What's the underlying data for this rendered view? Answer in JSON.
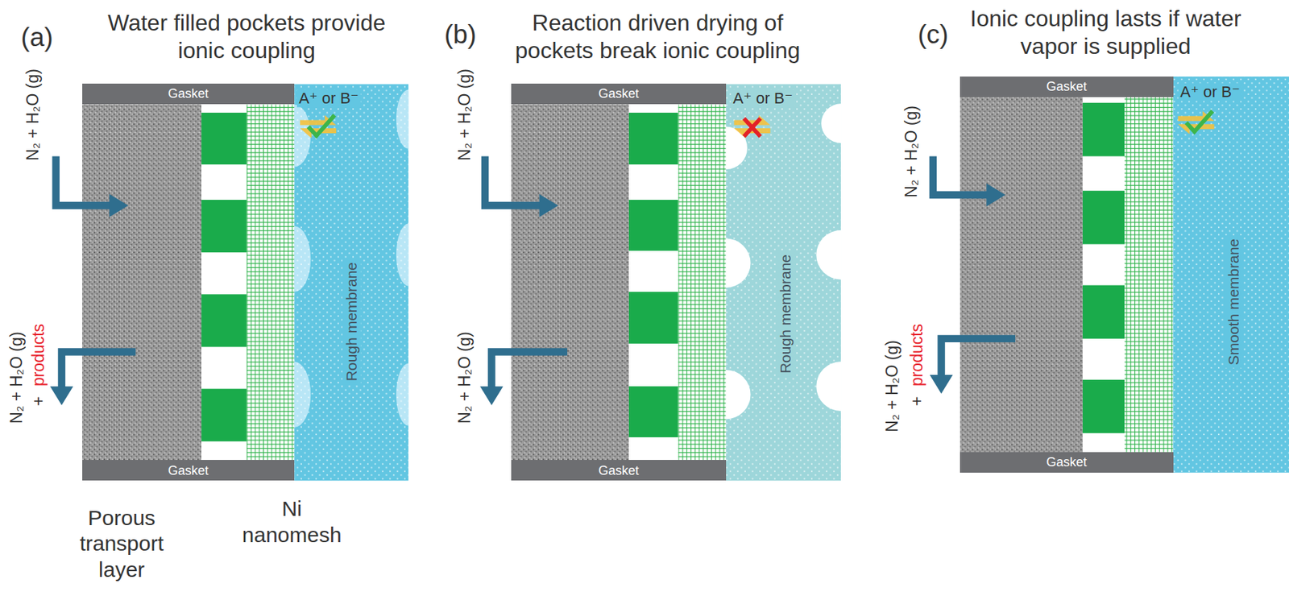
{
  "diagram": {
    "nodes": [
      {
        "text": [
          "Gasket"
        ]
      },
      {
        "text": [
          "Rough membrane"
        ]
      },
      {
        "text": [
          "Gasket"
        ]
      },
      {
        "text": [
          "Gasket"
        ]
      },
      {
        "text": [
          "Rough membrane"
        ]
      },
      {
        "text": [
          "Gasket"
        ]
      },
      {
        "text": [
          "Gasket"
        ]
      },
      {
        "text": [
          "Smooth membrane"
        ]
      },
      {
        "text": [
          "Gasket"
        ]
      }
    ],
    "labels": [
      "(a)",
      "Water filled pockets provide ionic coupling",
      "N₂ + H₂O (g)",
      "N₂ + H₂O (g)",
      "+",
      "products",
      "A⁺ or B⁻",
      "Porous transport layer",
      "Ni nanomesh",
      "(b)",
      "Reaction driven drying of pockets break ionic coupling",
      "N₂ + H₂O (g)",
      "N₂ + H₂O (g)",
      "A⁺ or B⁻",
      "(c)",
      "Ionic coupling lasts if water vapor is supplied",
      "N₂ + H₂O (g)",
      "N₂ + H₂O (g)",
      "+",
      "products",
      "A⁺ or B⁻"
    ]
  }
}
